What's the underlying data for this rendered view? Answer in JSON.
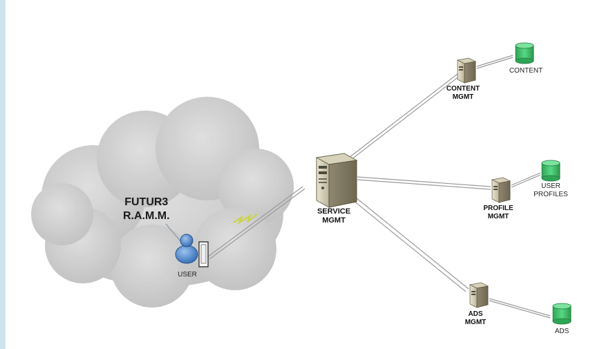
{
  "colors": {
    "left_bar": "#cfe3ee",
    "cloud": "#c9c9c9",
    "database": "#3fc46a",
    "link": "#9a9a9a",
    "wireless": "#c8d43a",
    "user": "#4f86c6"
  },
  "brand": {
    "line1": "FUTUR3",
    "line2": "R.A.M.M."
  },
  "user": {
    "label": "USER",
    "icon": "user-icon"
  },
  "nodes": {
    "service": {
      "line1": "SERVICE",
      "line2": "MGMT",
      "icon": "server-icon"
    },
    "content_mgmt": {
      "line1": "CONTENT",
      "line2": "MGMT",
      "icon": "server-icon"
    },
    "profile_mgmt": {
      "line1": "PROFILE",
      "line2": "MGMT",
      "icon": "server-icon"
    },
    "ads_mgmt": {
      "line1": "ADS",
      "line2": "MGMT",
      "icon": "server-icon"
    }
  },
  "databases": {
    "content": {
      "label": "CONTENT",
      "icon": "database-icon"
    },
    "user_profiles": {
      "line1": "USER",
      "line2": "PROFILES",
      "icon": "database-icon"
    },
    "ads": {
      "label": "ADS",
      "icon": "database-icon"
    }
  }
}
